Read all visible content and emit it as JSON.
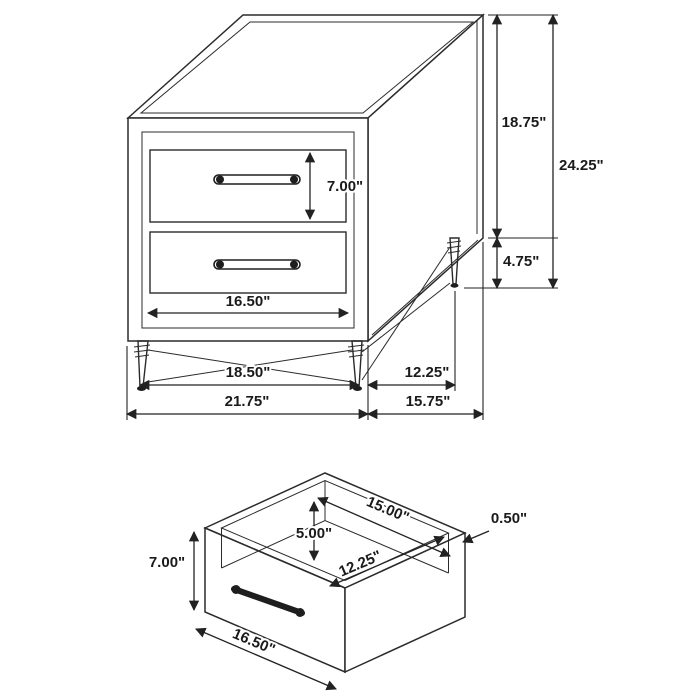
{
  "page": {
    "background": "#ffffff",
    "line_color": "#2b2b2b"
  },
  "nightstand": {
    "name": "nightstand-dimension-drawing",
    "labels": {
      "drawer_front_height": "7.00\"",
      "upper_case_height": "18.75\"",
      "overall_height": "24.25\"",
      "leg_height": "4.75\"",
      "drawer_width": "16.50\"",
      "front_leg_span": "18.50\"",
      "side_leg_span": "12.25\"",
      "overall_width": "21.75\"",
      "overall_depth": "15.75\""
    }
  },
  "drawer": {
    "name": "drawer-dimension-drawing",
    "labels": {
      "interior_width": "15.00\"",
      "wall_thickness": "0.50\"",
      "interior_height": "5.00\"",
      "interior_depth": "12.25\"",
      "front_height": "7.00\"",
      "front_width": "16.50\""
    }
  }
}
